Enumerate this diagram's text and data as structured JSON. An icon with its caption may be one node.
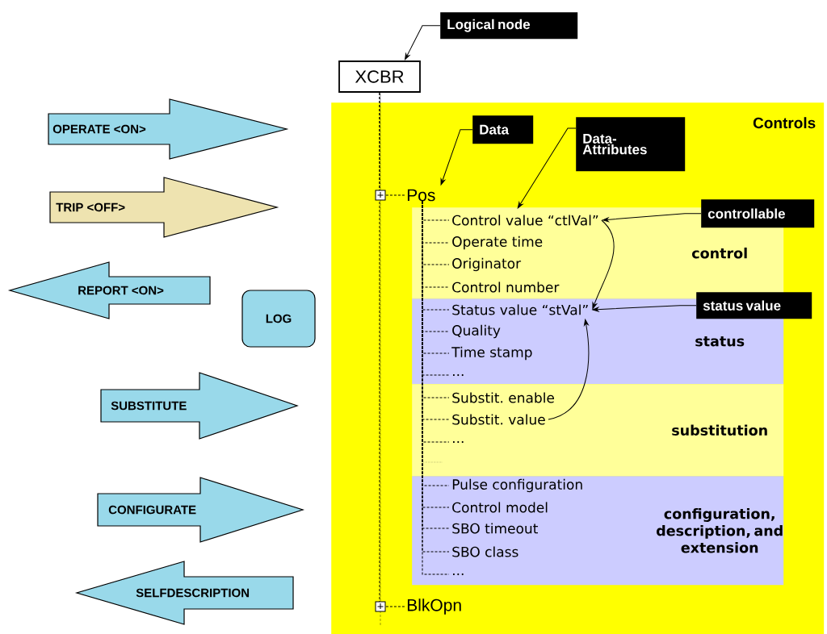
{
  "diagram": {
    "nodes": [
      {
        "text": [
          "OPERATE <ON>"
        ]
      },
      {
        "text": [
          "TRIP <OFF>"
        ]
      },
      {
        "text": [
          "REPORT <ON>"
        ]
      },
      {
        "text": [
          "LOG"
        ]
      },
      {
        "text": [
          "SUBSTITUTE"
        ]
      },
      {
        "text": [
          "CONFIGURATE"
        ]
      },
      {
        "text": [
          "SELFDESCRIPTION"
        ]
      },
      {
        "text": [
          "Logical node"
        ]
      },
      {
        "text": [
          "XCBR"
        ]
      },
      {
        "text": [
          "Controls"
        ]
      },
      {
        "text": [
          "Data"
        ],
        "in": 9
      },
      {
        "text": [
          "Data-Attributes"
        ],
        "in": 9
      },
      {
        "text": [
          "Pos"
        ],
        "in": 9
      },
      {
        "text": [
          "control"
        ],
        "in": 9
      },
      {
        "text": [
          "Control value “ctlVal”"
        ],
        "in": 13
      },
      {
        "text": [
          "Operate time"
        ],
        "in": 13
      },
      {
        "text": [
          "Originator"
        ],
        "in": 13
      },
      {
        "text": [
          "Control number"
        ],
        "in": 13
      },
      {
        "text": [
          "status"
        ],
        "in": 9
      },
      {
        "text": [
          "Status value “stVal”"
        ],
        "in": 18
      },
      {
        "text": [
          "Quality"
        ],
        "in": 18
      },
      {
        "text": [
          "Time stamp"
        ],
        "in": 18
      },
      {
        "text": [
          "..."
        ],
        "in": 18
      },
      {
        "text": [
          "substitution"
        ],
        "in": 9
      },
      {
        "text": [
          "Substit. enable"
        ],
        "in": 23
      },
      {
        "text": [
          "Substit. value"
        ],
        "in": 23
      },
      {
        "text": [
          "..."
        ],
        "in": 23
      },
      {
        "text": [
          "configuration, description, and extension"
        ],
        "in": 9
      },
      {
        "text": [
          "Pulse configuration"
        ],
        "in": 27
      },
      {
        "text": [
          "Control model"
        ],
        "in": 27
      },
      {
        "text": [
          "SBO timeout"
        ],
        "in": 27
      },
      {
        "text": [
          "SBO class"
        ],
        "in": 27
      },
      {
        "text": [
          "..."
        ],
        "in": 27
      },
      {
        "text": [
          "BlkOpn"
        ],
        "in": 9
      },
      {
        "text": [
          "controllable"
        ],
        "in": 9
      },
      {
        "text": [
          "status value"
        ],
        "in": 9
      }
    ],
    "edges": [
      {
        "from": 7,
        "to": 8,
        "arrow": "to"
      },
      {
        "from": 10,
        "to": 12,
        "arrow": "to"
      },
      {
        "from": 11,
        "to": 14,
        "arrow": "to"
      },
      {
        "from": 34,
        "to": 14,
        "arrow": "to"
      },
      {
        "from": 35,
        "to": 19,
        "arrow": "to"
      },
      {
        "from": 14,
        "to": 19,
        "arrow": "to"
      },
      {
        "from": 25,
        "to": 19,
        "arrow": "to"
      },
      {
        "from": 8,
        "to": 12,
        "arrow": "none",
        "style": "dashed"
      },
      {
        "from": 8,
        "to": 33,
        "arrow": "none",
        "style": "dashed"
      },
      {
        "from": 12,
        "to": 14,
        "arrow": "none",
        "style": "dashed"
      },
      {
        "from": 12,
        "to": 15,
        "arrow": "none",
        "style": "dashed"
      },
      {
        "from": 12,
        "to": 16,
        "arrow": "none",
        "style": "dashed"
      },
      {
        "from": 12,
        "to": 17,
        "arrow": "none",
        "style": "dashed"
      },
      {
        "from": 12,
        "to": 19,
        "arrow": "none",
        "style": "dashed"
      },
      {
        "from": 12,
        "to": 20,
        "arrow": "none",
        "style": "dashed"
      },
      {
        "from": 12,
        "to": 21,
        "arrow": "none",
        "style": "dashed"
      },
      {
        "from": 12,
        "to": 22,
        "arrow": "none",
        "style": "dashed"
      },
      {
        "from": 12,
        "to": 24,
        "arrow": "none",
        "style": "dashed"
      },
      {
        "from": 12,
        "to": 25,
        "arrow": "none",
        "style": "dashed"
      },
      {
        "from": 12,
        "to": 26,
        "arrow": "none",
        "style": "dashed"
      },
      {
        "from": 12,
        "to": 28,
        "arrow": "none",
        "style": "dashed"
      },
      {
        "from": 12,
        "to": 29,
        "arrow": "none",
        "style": "dashed"
      },
      {
        "from": 12,
        "to": 30,
        "arrow": "none",
        "style": "dashed"
      },
      {
        "from": 12,
        "to": 31,
        "arrow": "none",
        "style": "dashed"
      },
      {
        "from": 12,
        "to": 32,
        "arrow": "none",
        "style": "dashed"
      }
    ]
  }
}
